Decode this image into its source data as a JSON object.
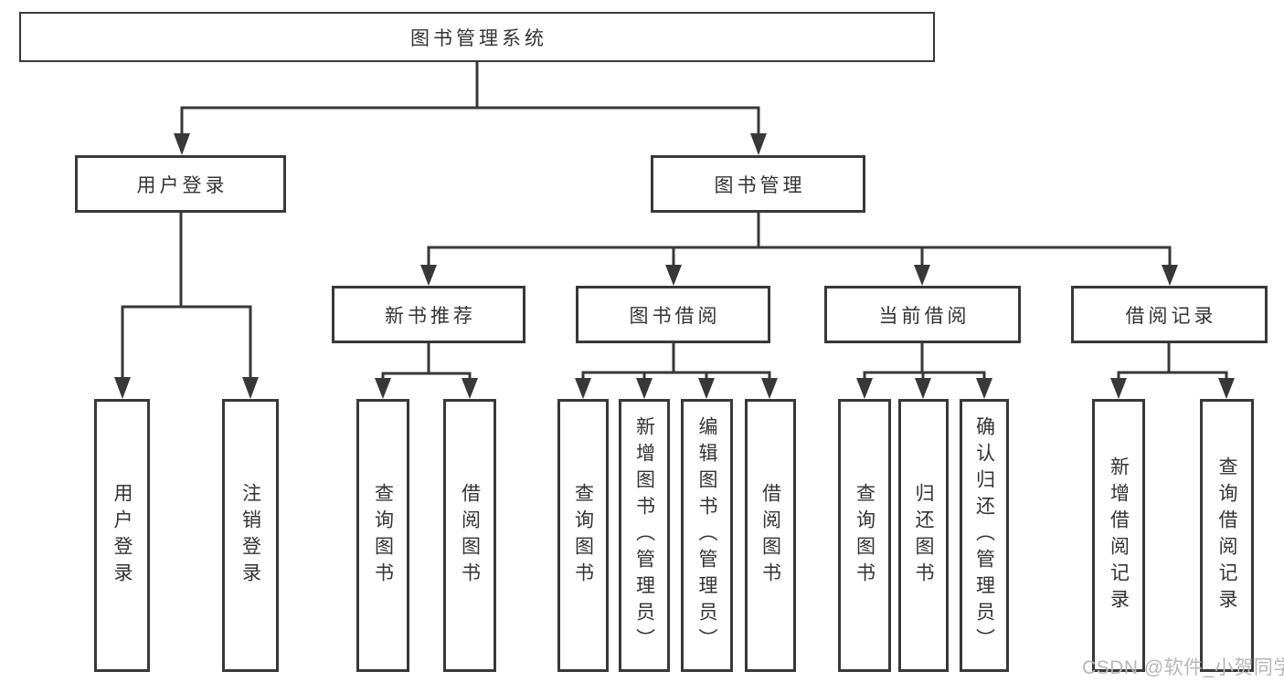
{
  "nodes": {
    "root": {
      "label": "图书管理系统"
    },
    "level2": [
      {
        "label": "用户登录"
      },
      {
        "label": "图书管理"
      }
    ],
    "level3": [
      {
        "label": "新书推荐"
      },
      {
        "label": "图书借阅"
      },
      {
        "label": "当前借阅"
      },
      {
        "label": "借阅记录"
      }
    ],
    "leaves": [
      {
        "label": "用户登录"
      },
      {
        "label": "注销登录"
      },
      {
        "label": "查询图书"
      },
      {
        "label": "借阅图书"
      },
      {
        "label": "查询图书"
      },
      {
        "label": "新增图书（管理员）"
      },
      {
        "label": "编辑图书（管理员）"
      },
      {
        "label": "借阅图书"
      },
      {
        "label": "查询图书"
      },
      {
        "label": "归还图书"
      },
      {
        "label": "确认归还（管理员）"
      },
      {
        "label": "新增借阅记录"
      },
      {
        "label": "查询借阅记录"
      }
    ]
  },
  "watermark": {
    "text": "CSDN @软件_小贺同学",
    "color": "#b7b7b7"
  },
  "colors": {
    "line": "#383838",
    "box_border": "#383838",
    "box_fill": "#ffffff",
    "text": "#333333",
    "background": "#ffffff"
  }
}
